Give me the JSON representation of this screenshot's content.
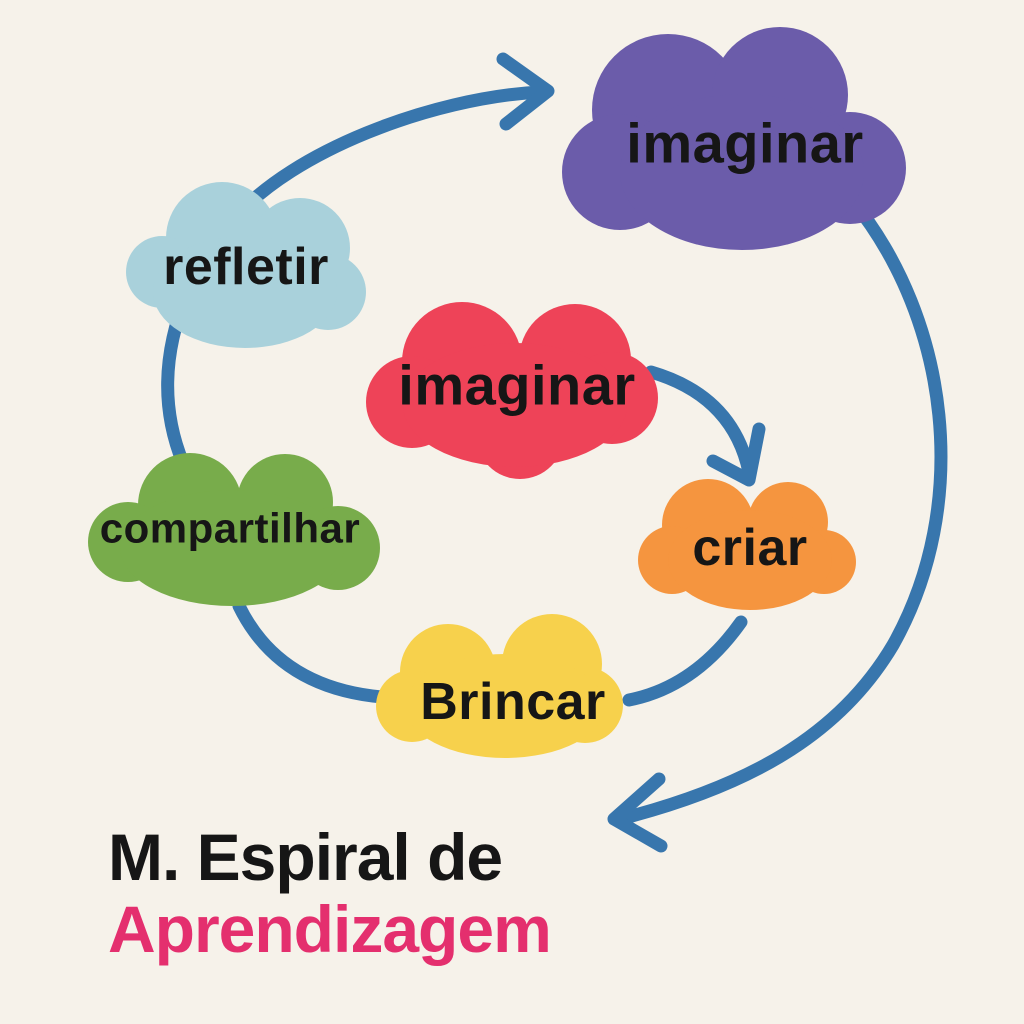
{
  "background_color": "#f6f2ea",
  "connectors": {
    "color": "#3876ad"
  },
  "cloud_label_color": "#161616",
  "clouds": {
    "imaginar_top": {
      "label": "imaginar",
      "color": "#6b5caa"
    },
    "refletir": {
      "label": "refletir",
      "color": "#a9d1db"
    },
    "imaginar_center": {
      "label": "imaginar",
      "color": "#ee4358"
    },
    "compartilhar": {
      "label": "compartilhar",
      "color": "#78ac4b"
    },
    "criar": {
      "label": "criar",
      "color": "#f5953f"
    },
    "brincar": {
      "label": "Brincar",
      "color": "#f7d14c"
    }
  },
  "title": {
    "line1": "M. Espiral de",
    "line2": "Aprendizagem",
    "line1_color": "#161616",
    "line2_color": "#e42f6e"
  }
}
